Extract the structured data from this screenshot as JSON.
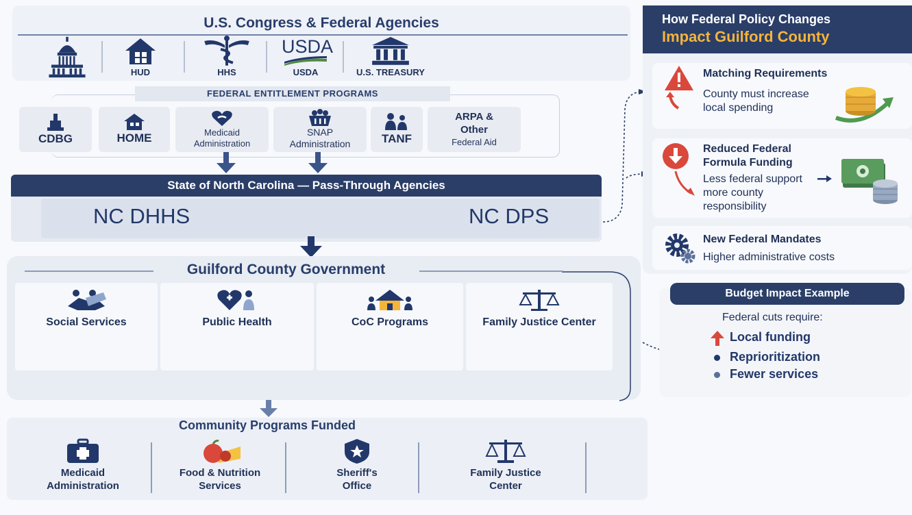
{
  "federal": {
    "title": "U.S. Congress & Federal Agencies",
    "agencies": [
      {
        "label": "",
        "icon": "capitol-icon"
      },
      {
        "label": "HUD",
        "icon": "house-icon"
      },
      {
        "label": "HHS",
        "icon": "caduceus-icon"
      },
      {
        "label": "USDA",
        "logo_text": "USDA",
        "icon": "usda-logo"
      },
      {
        "label": "U.S. TREASURY",
        "icon": "treasury-building-icon"
      }
    ]
  },
  "entitlements": {
    "title": "FEDERAL ENTITLEMENT PROGRAMS",
    "programs": [
      {
        "label": "CDBG",
        "icon": "building-icon"
      },
      {
        "label": "HOME",
        "icon": "home-icon"
      },
      {
        "label": "Medicaid Administration",
        "line1": "Medicaid",
        "line2": "Administration",
        "icon": "heart-hand-icon"
      },
      {
        "label": "SNAP Administration",
        "line1": "SNAP",
        "line2": "Administration",
        "icon": "basket-icon"
      },
      {
        "label": "TANF",
        "icon": "family-icon"
      },
      {
        "label": "ARPA & Other Federal Aid",
        "line1": "ARPA &",
        "line2": "Other",
        "line3": "Federal Aid"
      }
    ]
  },
  "state": {
    "title": "State of North Carolina — Pass-Through Agencies",
    "agencies": [
      "NC DHHS",
      "NC DPS"
    ]
  },
  "county": {
    "title": "Guilford County Government",
    "departments": [
      {
        "label": "Social Services",
        "icon": "handshake-icon"
      },
      {
        "label": "Public Health",
        "icon": "health-icon"
      },
      {
        "label": "CoC Programs",
        "icon": "community-house-icon"
      },
      {
        "label": "Family Justice Center",
        "icon": "scales-icon"
      }
    ]
  },
  "community": {
    "title": "Community Programs Funded",
    "programs": [
      {
        "line1": "Medicaid",
        "line2": "Administration",
        "icon": "medical-briefcase-icon"
      },
      {
        "line1": "Food & Nutrition",
        "line2": "Services",
        "icon": "food-icon"
      },
      {
        "line1": "Sheriff's",
        "line2": "Office",
        "icon": "badge-icon"
      },
      {
        "line1": "Family Justice",
        "line2": "Center",
        "icon": "scales-icon"
      }
    ]
  },
  "impact": {
    "title_line1": "How Federal Policy Changes",
    "title_line2": "Impact Guilford County",
    "items": [
      {
        "title": "Matching Requirements",
        "desc1": "County must increase",
        "desc2": "local spending",
        "icon": "warning-icon"
      },
      {
        "title1": "Reduced Federal",
        "title2": "Formula Funding",
        "desc1": "Less federal support",
        "desc2": "more county",
        "desc3": "responsibility",
        "icon": "down-arrow-icon"
      },
      {
        "title": "New Federal Mandates",
        "desc": "Higher administrative costs",
        "icon": "gears-icon"
      }
    ]
  },
  "budget": {
    "title": "Budget Impact Example",
    "subtitle": "Federal cuts require:",
    "items": [
      "Local funding",
      "Reprioritization",
      "Fewer services"
    ]
  },
  "colors": {
    "navy": "#2a3e68",
    "accent": "#f4b43c",
    "alert": "#d9483b",
    "panel": "#eef1f7"
  }
}
